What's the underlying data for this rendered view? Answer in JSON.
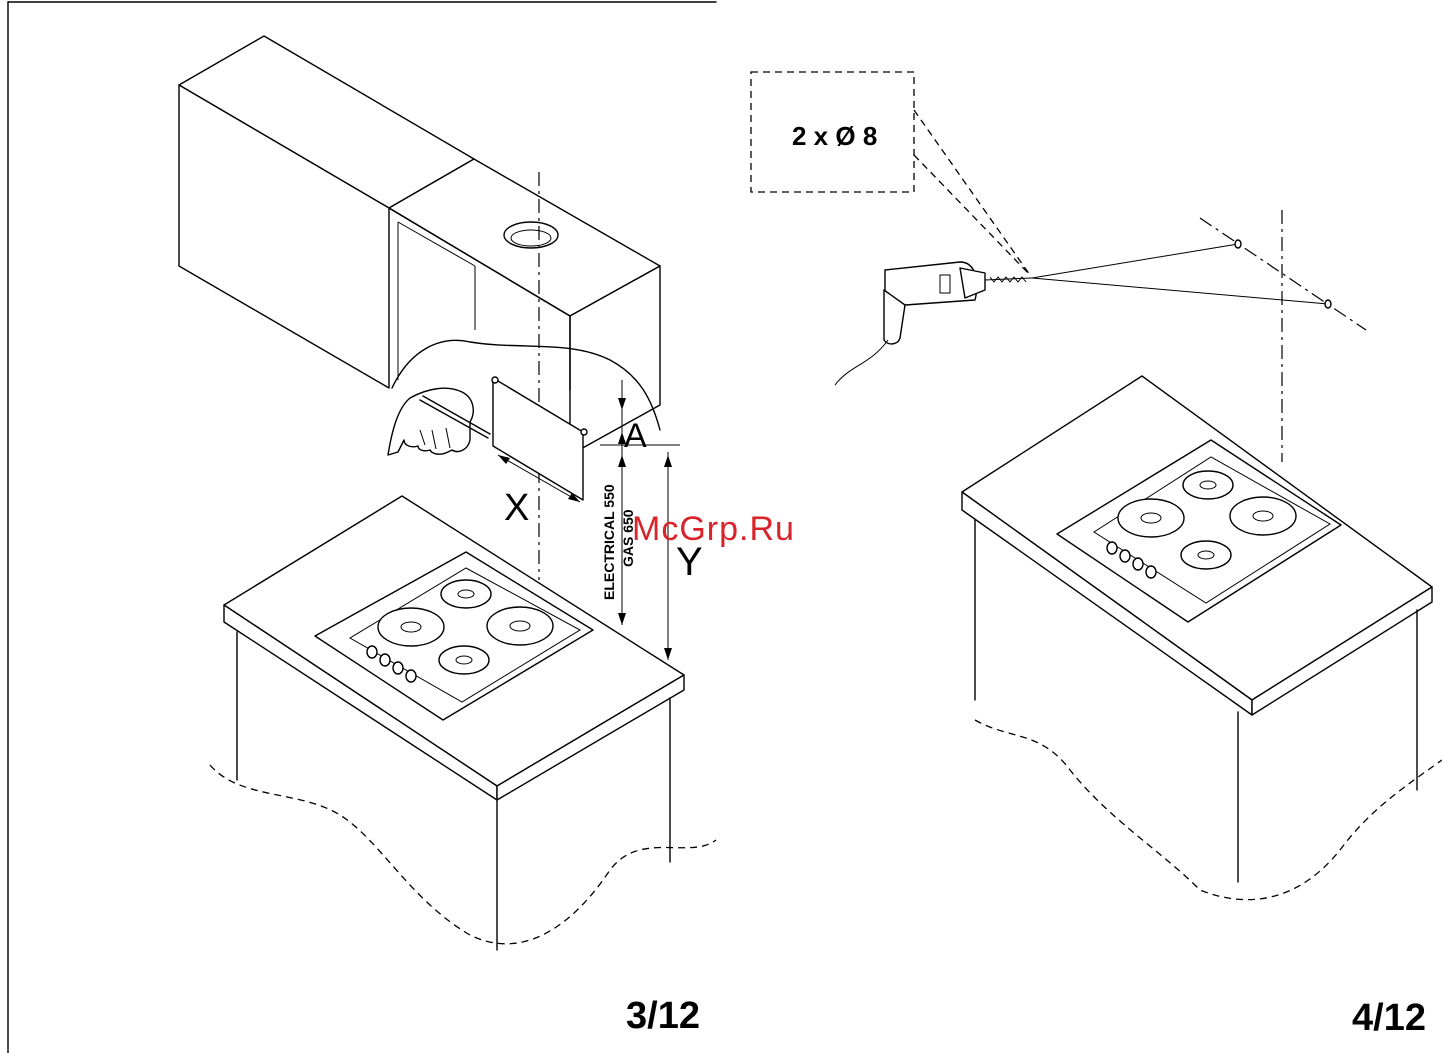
{
  "left_panel": {
    "label_a": "A",
    "label_x": "X",
    "label_y": "Y",
    "dimension_electrical": "ELECTRICAL 550",
    "dimension_gas": "GAS 650",
    "page_number": "3/12"
  },
  "right_panel": {
    "drill_callout": "2 x Ø 8",
    "page_number": "4/12"
  },
  "watermark": "McGrp.Ru",
  "colors": {
    "line": "#000000",
    "background": "#ffffff",
    "watermark": "#d9232a"
  }
}
